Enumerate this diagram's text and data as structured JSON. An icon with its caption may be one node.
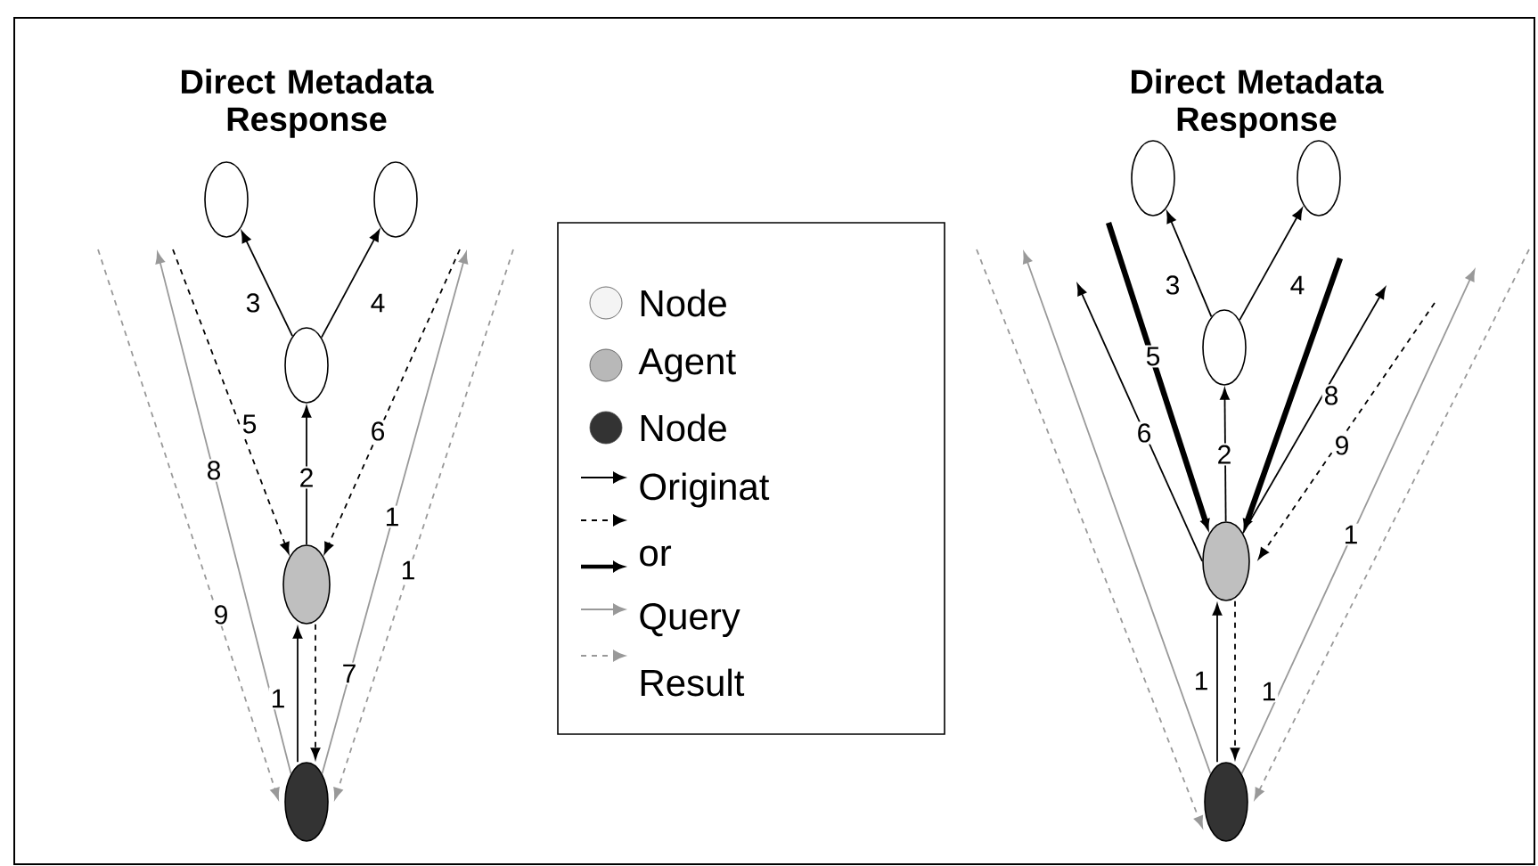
{
  "diagram": {
    "nodes": [
      {
        "text": [],
        "shape": "circle"
      },
      {
        "text": [],
        "shape": "circle"
      },
      {
        "text": [],
        "shape": "circle"
      },
      {
        "text": [],
        "shape": "circle"
      },
      {
        "text": [],
        "shape": "circle"
      },
      {
        "text": [],
        "shape": "circle"
      },
      {
        "text": [],
        "shape": "circle"
      },
      {
        "text": [],
        "shape": "circle"
      },
      {
        "text": [],
        "shape": "circle"
      },
      {
        "text": [],
        "shape": "circle"
      }
    ],
    "edges": [
      {
        "from": 2,
        "to": 0,
        "arrow": "to",
        "label": "3"
      },
      {
        "from": 2,
        "to": 1,
        "arrow": "to",
        "label": "4"
      },
      {
        "from": 3,
        "to": 2,
        "arrow": "to",
        "label": "2"
      },
      {
        "from": 4,
        "to": 3,
        "arrow": "to",
        "label": "1"
      },
      {
        "from": 3,
        "to": 4,
        "arrow": "to",
        "label": "7",
        "style": "dashed"
      },
      {
        "from": null,
        "to": 3,
        "arrow": "to",
        "label": "5",
        "style": "dashed"
      },
      {
        "from": null,
        "to": 3,
        "arrow": "to",
        "label": "6",
        "style": "dashed"
      },
      {
        "from": 4,
        "to": null,
        "arrow": "to",
        "label": "8",
        "color": "#999999"
      },
      {
        "from": null,
        "to": 4,
        "arrow": "to",
        "label": "9",
        "style": "dashed",
        "color": "#999999"
      },
      {
        "from": 4,
        "to": null,
        "arrow": "to",
        "label": "1",
        "color": "#999999"
      },
      {
        "from": null,
        "to": 4,
        "arrow": "to",
        "label": "1",
        "style": "dashed",
        "color": "#999999"
      },
      {
        "from": 7,
        "to": 5,
        "arrow": "to",
        "label": "3"
      },
      {
        "from": 7,
        "to": 6,
        "arrow": "to",
        "label": "4"
      },
      {
        "from": 8,
        "to": 7,
        "arrow": "to",
        "label": "2"
      },
      {
        "from": 9,
        "to": 8,
        "arrow": "to",
        "label": "1"
      },
      {
        "from": 8,
        "to": 9,
        "arrow": "to",
        "label": "1",
        "style": "dashed"
      },
      {
        "from": null,
        "to": 8,
        "arrow": "to",
        "label": "5",
        "style": "thick"
      },
      {
        "from": null,
        "to": 8,
        "arrow": "to",
        "style": "thick"
      },
      {
        "from": 8,
        "to": null,
        "arrow": "to",
        "label": "6"
      },
      {
        "from": 8,
        "to": null,
        "arrow": "to",
        "label": "8"
      },
      {
        "from": null,
        "to": 8,
        "arrow": "to",
        "label": "9",
        "style": "dashed"
      },
      {
        "from": 9,
        "to": null,
        "arrow": "to",
        "color": "#999999"
      },
      {
        "from": null,
        "to": 9,
        "arrow": "to",
        "style": "dashed",
        "color": "#999999"
      },
      {
        "from": 9,
        "to": null,
        "arrow": "to",
        "label": "1",
        "color": "#999999"
      },
      {
        "from": null,
        "to": 9,
        "arrow": "to",
        "style": "dashed",
        "color": "#999999"
      }
    ],
    "labels": [
      "Direct Metadata Response",
      "Direct Metadata Response"
    ],
    "legend": [
      {
        "text": "Node",
        "color": "#f4f4f4"
      },
      {
        "text": "Agent",
        "color": "#b8b8b8"
      },
      {
        "text": "Node",
        "color": "#333333"
      },
      {
        "text": "Originat"
      },
      {
        "text": "or"
      },
      {
        "text": "Query"
      },
      {
        "text": "Result"
      }
    ]
  }
}
